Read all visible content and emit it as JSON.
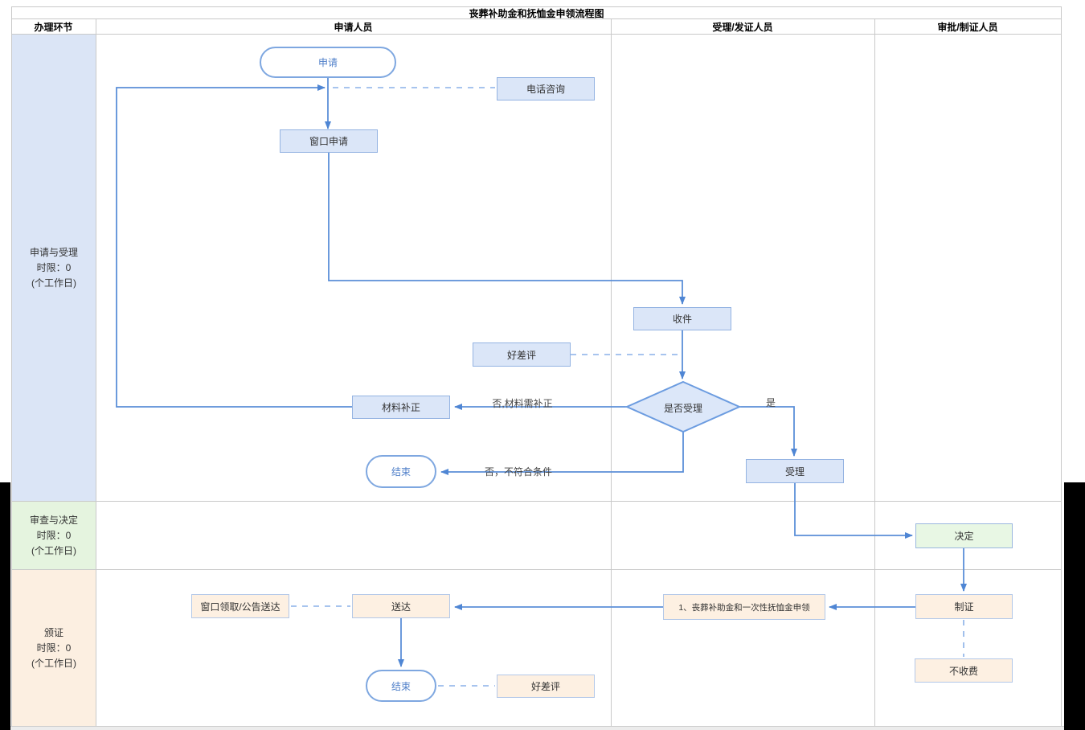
{
  "title": "丧葬补助金和抚恤金申领流程图",
  "columns": [
    "办理环节",
    "申请人员",
    "受理/发证人员",
    "审批/制证人员"
  ],
  "lanes": [
    {
      "l1": "申请与受理",
      "l2": "时限：0",
      "l3": "(个工作日)"
    },
    {
      "l1": "审查与决定",
      "l2": "时限：0",
      "l3": "(个工作日)"
    },
    {
      "l1": "颁证",
      "l2": "时限：0",
      "l3": "(个工作日)"
    }
  ],
  "nodes": {
    "apply": "申请",
    "phone": "电话咨询",
    "window_apply": "窗口申请",
    "receive": "收件",
    "rating_top": "好差评",
    "is_accept": "是否受理",
    "supplement": "材料补正",
    "end_mid": "结束",
    "accept": "受理",
    "decide": "决定",
    "make_cert": "制证",
    "no_fee": "不收费",
    "item": "1、丧葬补助金和一次性抚恤金申领",
    "deliver": "送达",
    "pickup": "窗口领取/公告送达",
    "end_bottom": "结束",
    "rating_bottom": "好差评"
  },
  "edge_labels": {
    "need_supplement": "否,材料需补正",
    "not_qualified": "否，不符合条件",
    "yes": "是"
  },
  "colors": {
    "lane_apply_bg": "#dbe5f6",
    "lane_review_bg": "#e5f4df",
    "lane_issue_bg": "#fcefe1",
    "node_blue": "#dbe6f8",
    "node_green": "#e8f7e4",
    "node_orange": "#fdf0e2",
    "connector": "#5b8fd8",
    "dashed_connector": "#8ab1e8"
  }
}
